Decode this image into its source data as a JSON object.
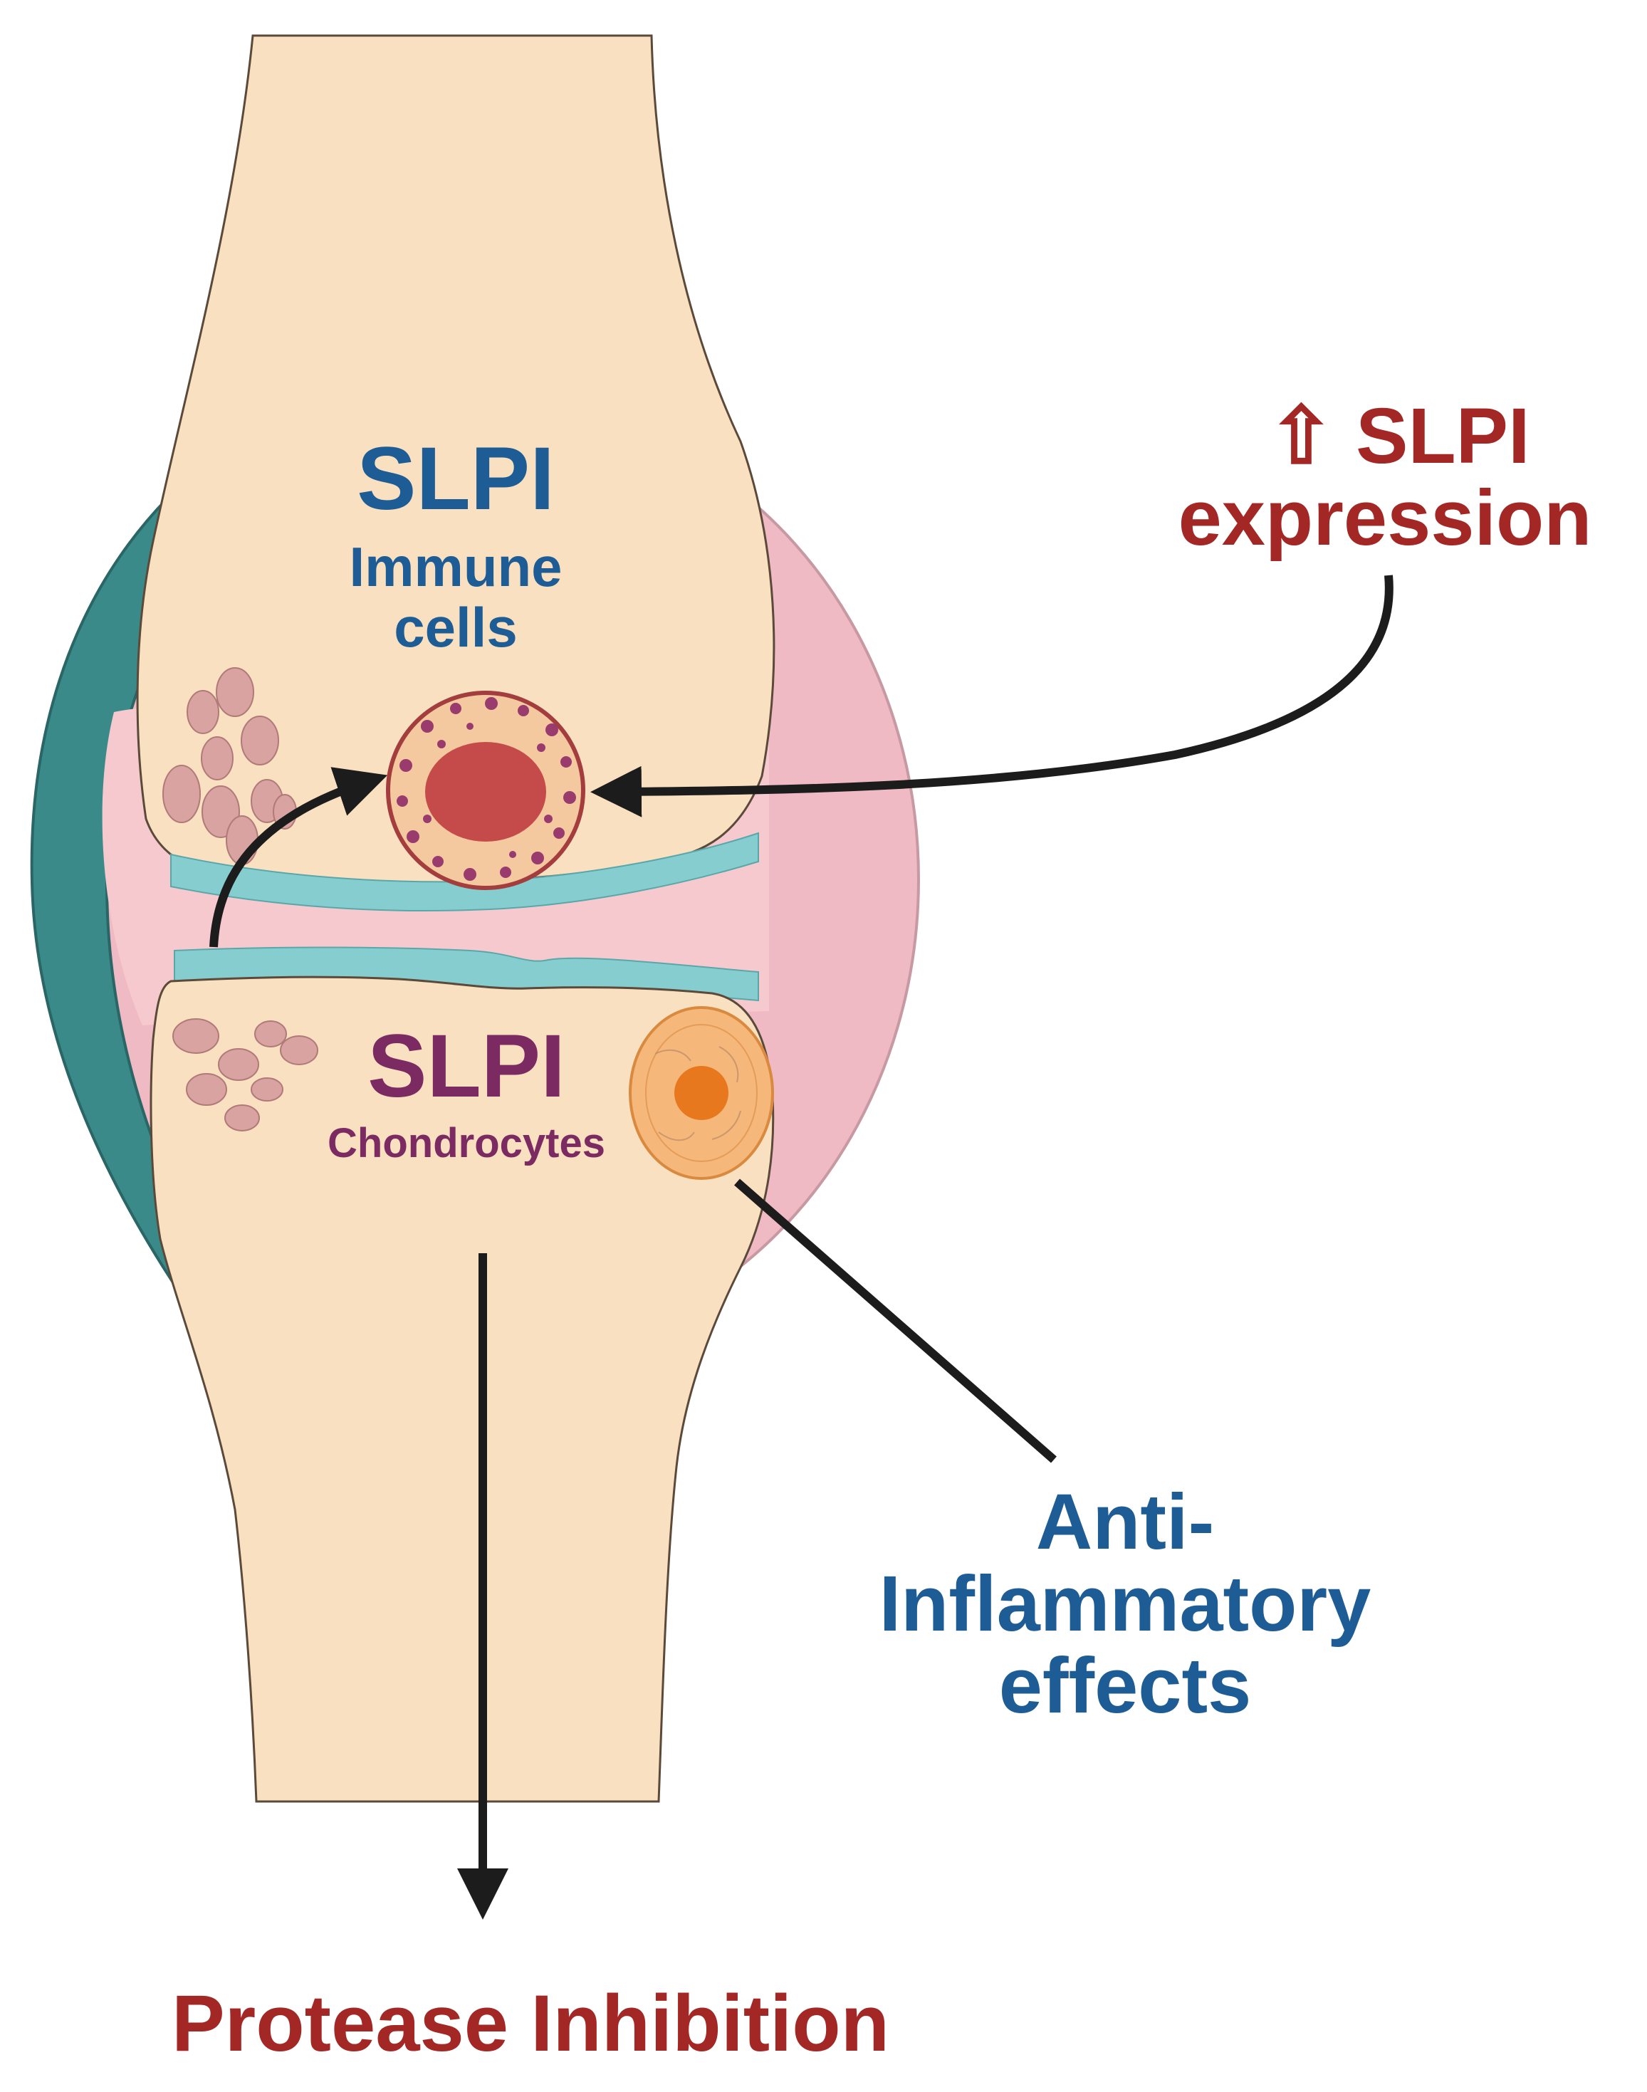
{
  "labels": {
    "immune_title": "SLPI",
    "immune_sub_1": "Immune",
    "immune_sub_2": "cells",
    "chondro_title": "SLPI",
    "chondro_sub": "Chondrocytes",
    "expression_line1": "⇧ SLPI",
    "expression_line2": "expression",
    "anti_line1": "Anti-",
    "anti_line2": "Inflammatory",
    "anti_line3": "effects",
    "protease": "Protease Inhibition"
  },
  "colors": {
    "bone": "#f9e0c0",
    "capsule_teal": "#3b8a8a",
    "synovium_pink": "#efbac3",
    "cartilage": "#86cdd0",
    "joint_space": "#f6c9cf",
    "blue_text": "#1d5c95",
    "purple_text": "#7b2a62",
    "red_text": "#a32724",
    "arrow": "#1c1c1c"
  }
}
